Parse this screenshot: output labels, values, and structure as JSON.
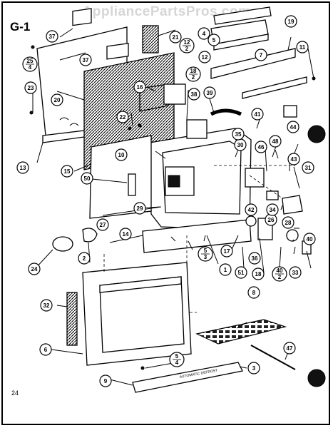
{
  "watermark": "AppliancePartsPros.com",
  "figure_code": "G-1",
  "page_number": "24",
  "panel_text": "AUTOMATIC DEFROST",
  "callouts": [
    {
      "id": "c1",
      "label": "1"
    },
    {
      "id": "c2",
      "label": "2"
    },
    {
      "id": "c3",
      "label": "3"
    },
    {
      "id": "c4",
      "label": "4"
    },
    {
      "id": "c5",
      "label": "5"
    },
    {
      "id": "c6",
      "label": "6"
    },
    {
      "id": "c7",
      "label": "7"
    },
    {
      "id": "c8",
      "label": "8"
    },
    {
      "id": "c9",
      "label": "9"
    },
    {
      "id": "c10",
      "label": "10"
    },
    {
      "id": "c11",
      "label": "11"
    },
    {
      "id": "c12",
      "label": "12"
    },
    {
      "id": "c13",
      "label": "13"
    },
    {
      "id": "c14",
      "label": "14"
    },
    {
      "id": "c15",
      "label": "15"
    },
    {
      "id": "c16",
      "label": "16"
    },
    {
      "id": "c17",
      "label": "17"
    },
    {
      "id": "c18",
      "label": "18"
    },
    {
      "id": "c19",
      "label": "19"
    },
    {
      "id": "c20",
      "label": "20"
    },
    {
      "id": "c21",
      "label": "21"
    },
    {
      "id": "c22",
      "label": "22"
    },
    {
      "id": "c23",
      "label": "23"
    },
    {
      "id": "c24",
      "label": "24"
    },
    {
      "id": "c25",
      "label": "25"
    },
    {
      "id": "c26",
      "label": "26"
    },
    {
      "id": "c27",
      "label": "27"
    },
    {
      "id": "c28",
      "label": "28"
    },
    {
      "id": "c29",
      "label": "29"
    },
    {
      "id": "c30",
      "label": "30"
    },
    {
      "id": "c31",
      "label": "31"
    },
    {
      "id": "c32",
      "label": "32"
    },
    {
      "id": "c33",
      "label": "33"
    },
    {
      "id": "c34",
      "label": "34"
    },
    {
      "id": "c35",
      "label": "35"
    },
    {
      "id": "c36",
      "label": "36"
    },
    {
      "id": "c37",
      "label": "37"
    },
    {
      "id": "c38",
      "label": "38"
    },
    {
      "id": "c39",
      "label": "39"
    },
    {
      "id": "c40",
      "label": "40"
    },
    {
      "id": "c41",
      "label": "41"
    },
    {
      "id": "c42",
      "label": "42"
    },
    {
      "id": "c43",
      "label": "43"
    },
    {
      "id": "c44",
      "label": "44"
    },
    {
      "id": "c46",
      "label": "46"
    },
    {
      "id": "c47",
      "label": "47"
    },
    {
      "id": "c48",
      "label": "48"
    },
    {
      "id": "c50",
      "label": "50"
    },
    {
      "id": "c51",
      "label": "51"
    }
  ],
  "fractions": [
    {
      "id": "f25_4",
      "top": "25",
      "bottom": "4"
    },
    {
      "id": "f12_2",
      "top": "12",
      "bottom": "2"
    },
    {
      "id": "f18_2",
      "top": "18",
      "bottom": "2"
    },
    {
      "id": "f5_3",
      "top": "5",
      "bottom": "3"
    },
    {
      "id": "f40_2",
      "top": "40",
      "bottom": "2"
    },
    {
      "id": "f5_4",
      "top": "5",
      "bottom": "4"
    }
  ]
}
